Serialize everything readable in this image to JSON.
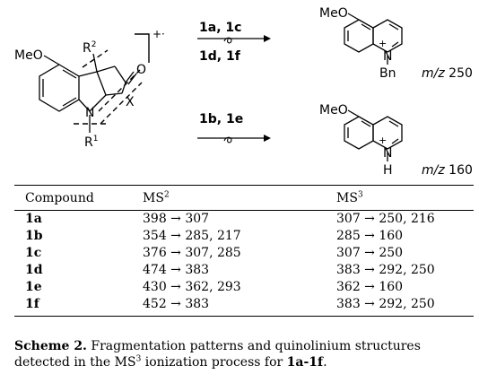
{
  "scheme": {
    "substrate": {
      "methoxy": "MeO",
      "r2": "R",
      "r2_sup": "2",
      "oxygen": "O",
      "nitrogen": "N",
      "x_group": "X",
      "r1": "R",
      "r1_sup": "1",
      "radical_cation": "+·"
    },
    "top_path": {
      "reagents_above": "1a, 1c",
      "reagents_below": "1d, 1f",
      "product_methoxy": "MeO",
      "product_charge": "+",
      "product_nitrogen": "N",
      "product_substituent": "Bn",
      "mz_prefix": "m/z",
      "mz_value": "250"
    },
    "bottom_path": {
      "reagents_above": "1b, 1e",
      "product_methoxy": "MeO",
      "product_charge": "+",
      "product_nitrogen": "N",
      "product_substituent": "H",
      "mz_prefix": "m/z",
      "mz_value": "160"
    }
  },
  "table": {
    "headers": {
      "compound": "Compound",
      "ms2": "MS",
      "ms2_sup": "2",
      "ms3": "MS",
      "ms3_sup": "3"
    },
    "rows": [
      {
        "compound": "1a",
        "ms2": "398 → 307",
        "ms3": "307 → 250, 216"
      },
      {
        "compound": "1b",
        "ms2": "354 → 285, 217",
        "ms3": "285 → 160"
      },
      {
        "compound": "1c",
        "ms2": "376 → 307, 285",
        "ms3": "307 → 250"
      },
      {
        "compound": "1d",
        "ms2": "474 → 383",
        "ms3": "383 → 292, 250"
      },
      {
        "compound": "1e",
        "ms2": "430 → 362, 293",
        "ms3": "362 → 160"
      },
      {
        "compound": "1f",
        "ms2": "452 → 383",
        "ms3": "383 → 292, 250"
      }
    ]
  },
  "caption": {
    "label": "Scheme 2.",
    "text_1": " Fragmentation patterns and quinolinium structures detected in the MS",
    "text_sup": "3",
    "text_2": " ionization process for ",
    "range": "1a-1f",
    "end": "."
  }
}
